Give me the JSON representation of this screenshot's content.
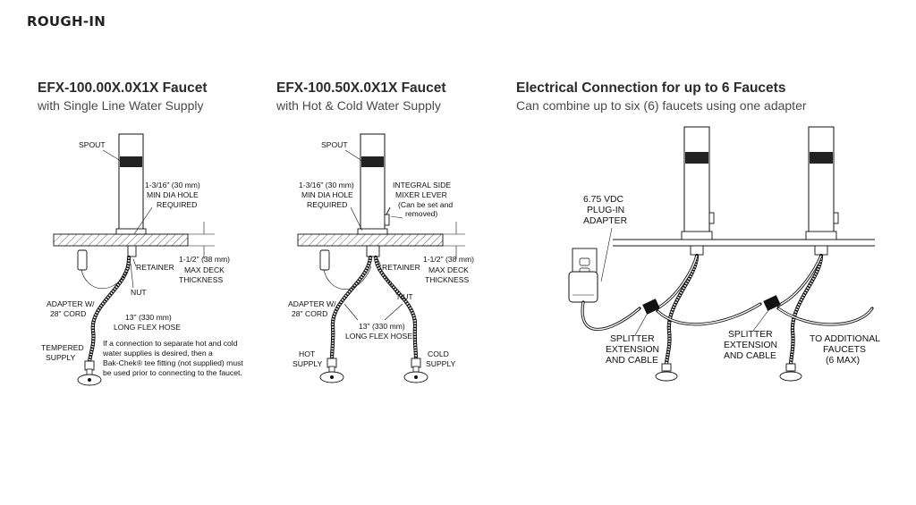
{
  "heading": "ROUGH-IN",
  "panel1": {
    "title": "EFX-100.00X.0X1X Faucet",
    "subtitle": "with Single Line Water Supply",
    "labels": {
      "spout": "SPOUT",
      "hole_1": "1-3/16\" (30 mm)",
      "hole_2": "MIN DIA HOLE",
      "hole_3": "REQUIRED",
      "deck_1": "1-1/2\" (38 mm)",
      "deck_2": "MAX DECK",
      "deck_3": "THICKNESS",
      "retainer": "RETAINER",
      "nut": "NUT",
      "adapter_1": "ADAPTER W/",
      "adapter_2": "28\" CORD",
      "hose_1": "13\" (330 mm)",
      "hose_2": "LONG FLEX HOSE",
      "tempered_1": "TEMPERED",
      "tempered_2": "SUPPLY",
      "note_1": "If a connection to separate hot and cold",
      "note_2": "water supplies is desired, then a",
      "note_3": "Bak-Chek® tee fitting (not supplied) must",
      "note_4": "be used prior to connecting to the faucet."
    }
  },
  "panel2": {
    "title": "EFX-100.50X.0X1X Faucet",
    "subtitle": "with Hot & Cold Water Supply",
    "labels": {
      "spout": "SPOUT",
      "hole_1": "1-3/16\" (30 mm)",
      "hole_2": "MIN DIA HOLE",
      "hole_3": "REQUIRED",
      "lever_1": "INTEGRAL SIDE",
      "lever_2": "MIXER LEVER",
      "lever_3": "(Can be set and",
      "lever_4": "removed)",
      "deck_1": "1-1/2\" (38 mm)",
      "deck_2": "MAX DECK",
      "deck_3": "THICKNESS",
      "retainer": "RETAINER",
      "nut": "NUT",
      "adapter_1": "ADAPTER W/",
      "adapter_2": "28\" CORD",
      "hose_1": "13\" (330 mm)",
      "hose_2": "LONG FLEX HOSE",
      "hot_1": "HOT",
      "hot_2": "SUPPLY",
      "cold_1": "COLD",
      "cold_2": "SUPPLY"
    }
  },
  "panel3": {
    "title": "Electrical Connection for up to 6 Faucets",
    "subtitle": "Can combine up to six (6) faucets using one adapter",
    "labels": {
      "plug_1": "6.75 VDC",
      "plug_2": "PLUG-IN",
      "plug_3": "ADAPTER",
      "split_a_1": "SPLITTER",
      "split_a_2": "EXTENSION",
      "split_a_3": "AND CABLE",
      "split_b_1": "SPLITTER",
      "split_b_2": "EXTENSION",
      "split_b_3": "AND CABLE",
      "more_1": "TO ADDITIONAL",
      "more_2": "FAUCETS",
      "more_3": "(6 MAX)"
    }
  }
}
